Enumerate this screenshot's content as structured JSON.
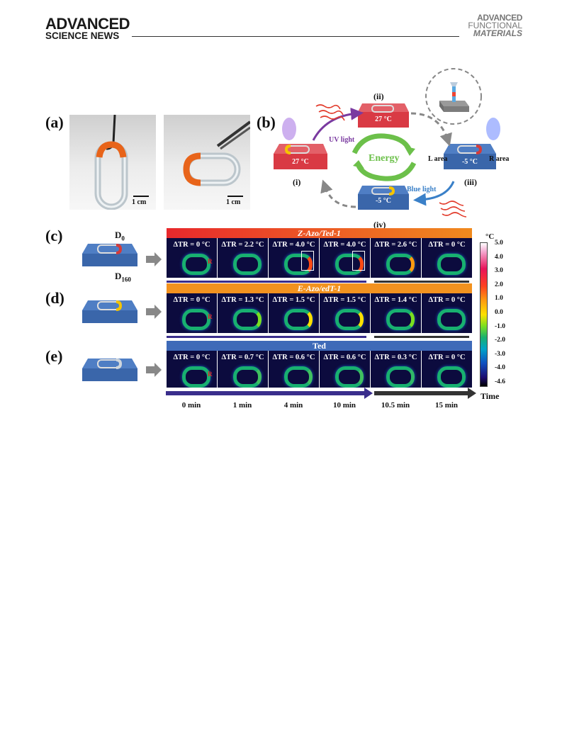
{
  "header": {
    "journal_left_line1": "ADVANCED",
    "journal_left_line2": "SCIENCE NEWS",
    "journal_right_line1": "ADVANCED",
    "journal_right_line2": "FUNCTIONAL",
    "journal_right_line3": "MATERIALS"
  },
  "panels": {
    "a": "(a)",
    "b": "(b)",
    "c": "(c)",
    "d": "(d)",
    "e": "(e)"
  },
  "panel_a": {
    "scale_left": "1 cm",
    "scale_right": "1 cm"
  },
  "panel_b": {
    "state_i": "(i)",
    "state_ii": "(ii)",
    "state_iii": "(iii)",
    "state_iv": "(iv)",
    "temp_i": "27 °C",
    "temp_ii": "27 °C",
    "temp_iii": "-5 °C",
    "temp_iv": "-5 °C",
    "uv_light": "UV light",
    "blue_light": "Blue light",
    "energy": "Energy",
    "l_area": "L area",
    "r_area": "R area"
  },
  "panel_c_labels": {
    "d0": "D",
    "d0_sub": "0",
    "d160": "D",
    "d160_sub": "160"
  },
  "rows": [
    {
      "title": "Z-Azo/Ted-1",
      "title_color": "#f08a1e",
      "labels": [
        "ΔTR = 0 °C",
        "ΔTR = 2.2 °C",
        "ΔTR = 4.0 °C",
        "ΔTR = 4.0 °C",
        "ΔTR = 2.6 °C",
        "ΔTR = 0 °C"
      ]
    },
    {
      "title": "E-Azo/edT-1",
      "title_color": "#f2921f",
      "labels": [
        "ΔTR = 0 °C",
        "ΔTR = 1.3 °C",
        "ΔTR = 1.5 °C",
        "ΔTR = 1.5 °C",
        "ΔTR = 1.4 °C",
        "ΔTR = 0 °C"
      ]
    },
    {
      "title": "Ted",
      "title_color": "#3e6ab8",
      "labels": [
        "ΔTR = 0 °C",
        "ΔTR = 0.7 °C",
        "ΔTR = 0.6 °C",
        "ΔTR = 0.6 °C",
        "ΔTR = 0.3 °C",
        "ΔTR = 0 °C"
      ]
    }
  ],
  "r_marker": "R",
  "colorbar": {
    "unit": "°C",
    "ticks": [
      "5.0",
      "4.0",
      "3.0",
      "2.0",
      "1.0",
      "0.0",
      "-1.0",
      "-2.0",
      "-3.0",
      "-4.0",
      "-4.6"
    ]
  },
  "time_axis": {
    "labels": [
      "0 min",
      "1 min",
      "4 min",
      "10 min",
      "10.5 min",
      "15 min"
    ],
    "axis_label": "Time"
  }
}
